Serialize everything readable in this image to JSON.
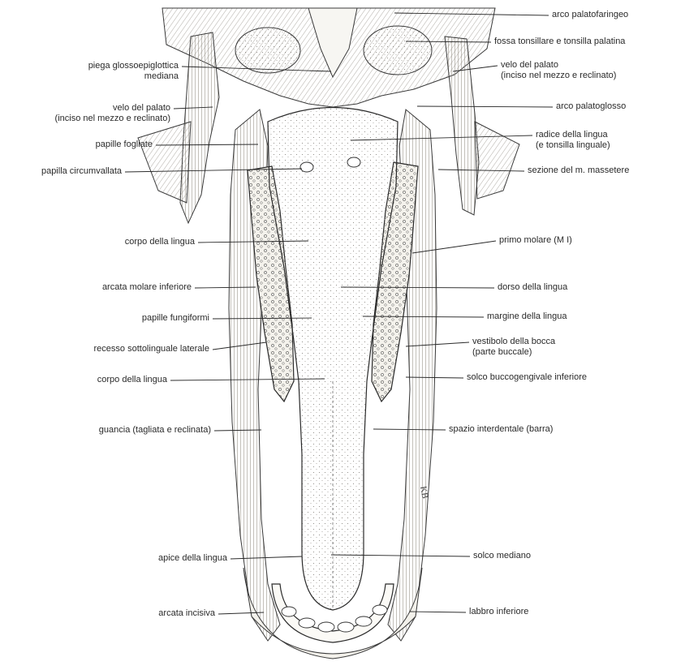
{
  "labels_left": [
    {
      "id": "piega-glossoepiglottica",
      "lines": [
        "piega glossoepiglottica",
        "mediana"
      ]
    },
    {
      "id": "velo-del-palato-left",
      "lines": [
        "velo del palato",
        "(inciso nel mezzo e reclinato)"
      ]
    },
    {
      "id": "papille-fogliate",
      "lines": [
        "papille fogliate"
      ]
    },
    {
      "id": "papilla-circumvallata",
      "lines": [
        "papilla circumvallata"
      ]
    },
    {
      "id": "corpo-della-lingua-1",
      "lines": [
        "corpo della lingua"
      ]
    },
    {
      "id": "arcata-molare-inferiore",
      "lines": [
        "arcata molare inferiore"
      ]
    },
    {
      "id": "papille-fungiformi",
      "lines": [
        "papille fungiformi"
      ]
    },
    {
      "id": "recesso-sottolinguale",
      "lines": [
        "recesso sottolinguale laterale"
      ]
    },
    {
      "id": "corpo-della-lingua-2",
      "lines": [
        "corpo della lingua"
      ]
    },
    {
      "id": "guancia",
      "lines": [
        "guancia (tagliata e reclinata)"
      ]
    },
    {
      "id": "apice-della-lingua",
      "lines": [
        "apice della lingua"
      ]
    },
    {
      "id": "arcata-incisiva",
      "lines": [
        "arcata incisiva"
      ]
    }
  ],
  "labels_right": [
    {
      "id": "arco-palatofaringeo",
      "lines": [
        "arco palatofaringeo"
      ]
    },
    {
      "id": "fossa-tonsillare",
      "lines": [
        "fossa tonsillare e tonsilla palatina"
      ]
    },
    {
      "id": "velo-del-palato-right",
      "lines": [
        "velo del palato",
        "(inciso nel mezzo e reclinato)"
      ]
    },
    {
      "id": "arco-palatoglosso",
      "lines": [
        "arco palatoglosso"
      ]
    },
    {
      "id": "radice-della-lingua",
      "lines": [
        "radice della lingua",
        "(e tonsilla linguale)"
      ]
    },
    {
      "id": "sezione-massetere",
      "lines": [
        "sezione del m. massetere"
      ]
    },
    {
      "id": "primo-molare",
      "lines": [
        "primo molare (M I)"
      ]
    },
    {
      "id": "dorso-della-lingua",
      "lines": [
        "dorso della lingua"
      ]
    },
    {
      "id": "margine-della-lingua",
      "lines": [
        "margine della lingua"
      ]
    },
    {
      "id": "vestibolo-della-bocca",
      "lines": [
        "vestibolo della bocca",
        "(parte buccale)"
      ]
    },
    {
      "id": "solco-buccogengivale",
      "lines": [
        "solco buccogengivale inferiore"
      ]
    },
    {
      "id": "spazio-interdentale",
      "lines": [
        "spazio interdentale (barra)"
      ]
    },
    {
      "id": "solco-mediano",
      "lines": [
        "solco mediano"
      ]
    },
    {
      "id": "labbro-inferiore",
      "lines": [
        "labbro inferiore"
      ]
    }
  ],
  "signature": "KB",
  "colors": {
    "ink": "#2a2a2a",
    "paper": "#ffffff",
    "tone": "#e9e6df",
    "hatch": "#8a8680"
  }
}
